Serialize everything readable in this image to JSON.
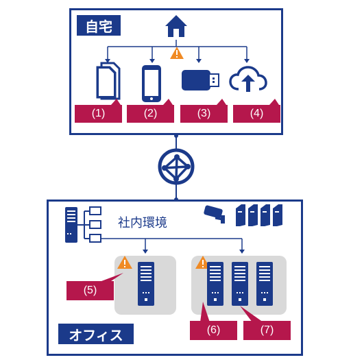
{
  "home": {
    "title": "自宅"
  },
  "office": {
    "title": "オフィス",
    "network_label": "社内環境"
  },
  "devices": [
    {
      "label": "(1)",
      "icon": "documents-icon"
    },
    {
      "label": "(2)",
      "icon": "smartphone-icon"
    },
    {
      "label": "(3)",
      "icon": "usb-drive-icon"
    },
    {
      "label": "(4)",
      "icon": "cloud-upload-icon"
    }
  ],
  "callouts": {
    "c5": "(5)",
    "c6": "(6)",
    "c7": "(7)"
  },
  "colors": {
    "navy": "#1b3a8a",
    "crimson": "#b5174c",
    "warning": "#f08a24",
    "panel_grey": "#d9d9d9"
  }
}
